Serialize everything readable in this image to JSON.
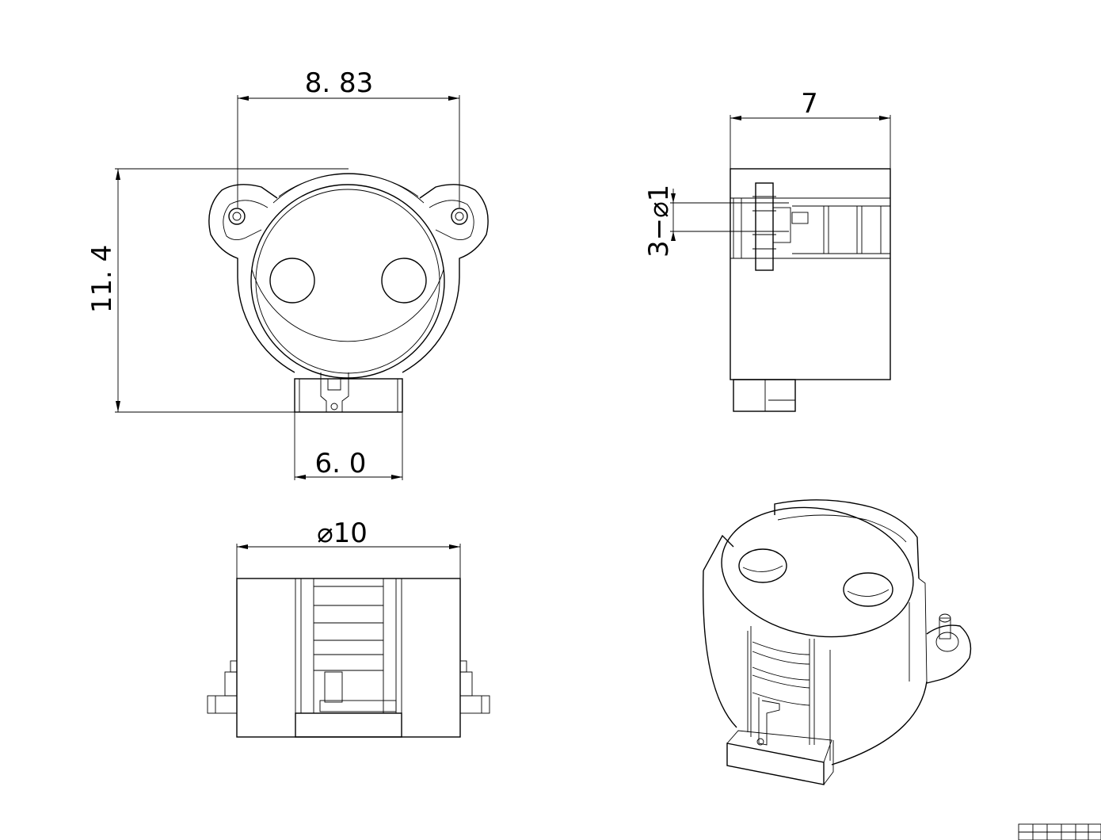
{
  "dimensions": {
    "top_width": "8. 83",
    "height": "11. 4",
    "base_width": "6. 0",
    "diameter": "10",
    "depth": "7",
    "pin_hole": "3−",
    "pin_hole_dia": "1"
  },
  "symbols": {
    "diameter_symbol": "⌀"
  }
}
